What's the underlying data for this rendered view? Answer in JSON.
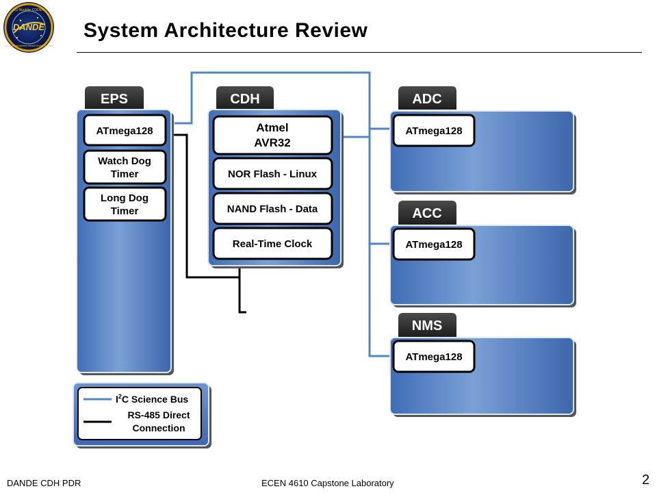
{
  "slide": {
    "title": "System Architecture Review",
    "footer_left": "DANDE CDH PDR",
    "footer_center": "ECEN 4610 Capstone Laboratory",
    "page_number": "2"
  },
  "logo": {
    "top_text": "CU Boulder CODEN",
    "main_text": "DANDE",
    "bottom_text": "Drag and Atmospheric Neutral Density Explorer"
  },
  "colors": {
    "panel_blue": "#4c7bc0",
    "panel_dark": "#3a62a8",
    "tab_dark": "#2b2b2b",
    "i2c_line": "#4f86c6",
    "rs485_line": "#000000"
  },
  "diagram": {
    "eps": {
      "label": "EPS",
      "items": [
        [
          "ATmega128"
        ],
        [
          "Watch Dog",
          "Timer"
        ],
        [
          "Long Dog",
          "Timer"
        ]
      ]
    },
    "cdh": {
      "label": "CDH",
      "items": [
        [
          "Atmel",
          "AVR32"
        ],
        [
          "NOR Flash - Linux"
        ],
        [
          "NAND Flash - Data"
        ],
        [
          "Real-Time Clock"
        ]
      ]
    },
    "adc": {
      "label": "ADC",
      "item": "ATmega128"
    },
    "acc": {
      "label": "ACC",
      "item": "ATmega128"
    },
    "nms": {
      "label": "NMS",
      "item": "ATmega128"
    },
    "legend": {
      "i2c_label": "I",
      "i2c_sup": "2",
      "i2c_rest": "C Science Bus",
      "rs485_line1": "RS-485 Direct",
      "rs485_line2": "Connection"
    }
  }
}
